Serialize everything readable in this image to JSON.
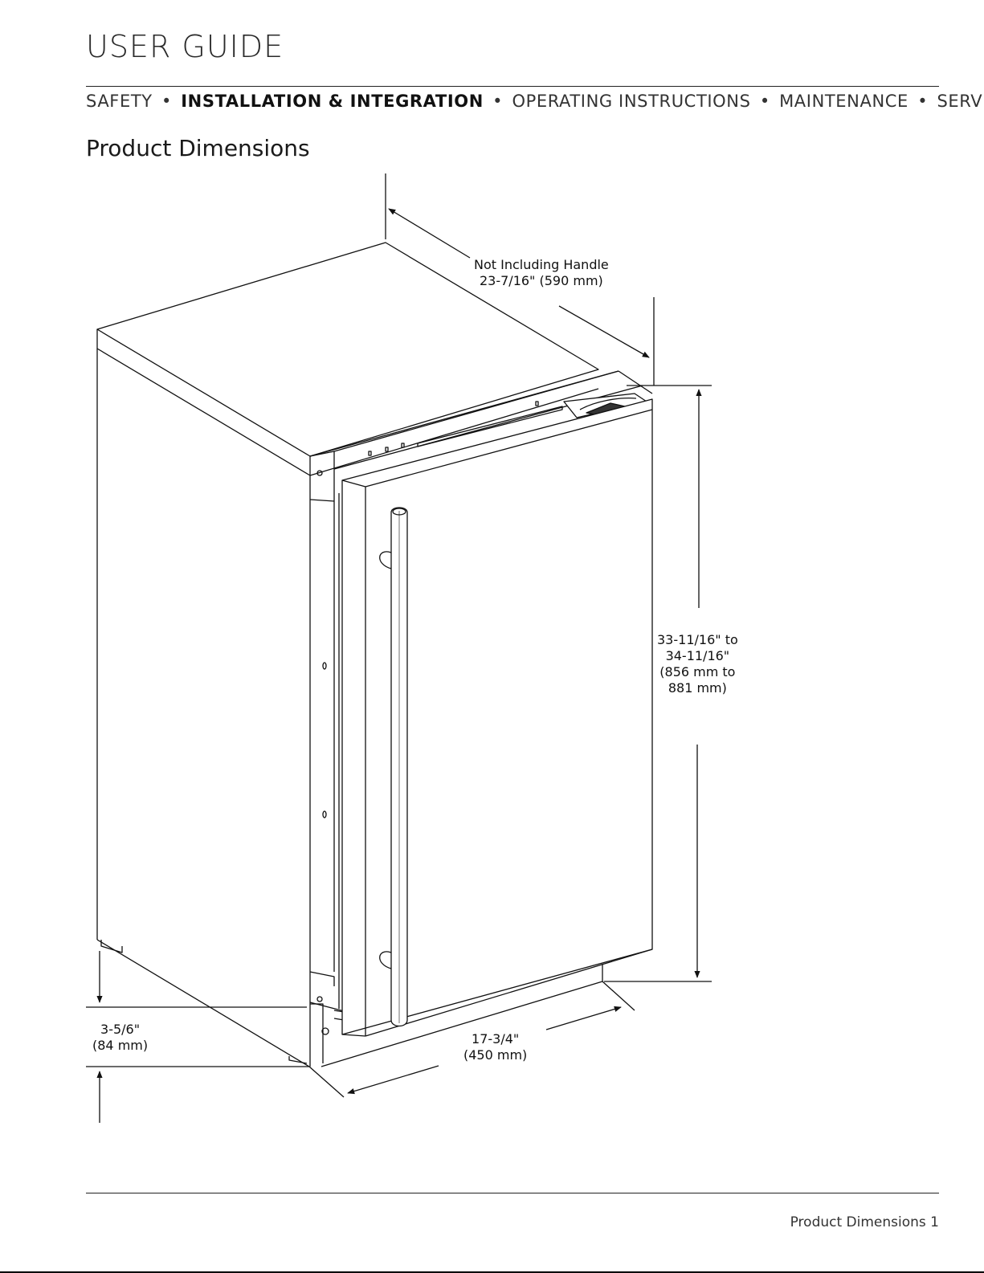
{
  "header": {
    "title": "USER GUIDE",
    "nav": {
      "items": [
        "SAFETY",
        "INSTALLATION & INTEGRATION",
        "OPERATING INSTRUCTIONS",
        "MAINTENANCE",
        "SERVICE"
      ],
      "current": "INSTALLATION & INTEGRATION",
      "separator": "•"
    }
  },
  "section": {
    "title": "Product Dimensions"
  },
  "dimensions": {
    "depth": {
      "note": "Not Including Handle",
      "value": "23-7/16\" (590 mm)"
    },
    "height": {
      "line1": "33-11/16\" to",
      "line2": "34-11/16\"",
      "line3": "(856 mm to",
      "line4": "881 mm)"
    },
    "width": {
      "line1": "17-3/4\"",
      "line2": "(450 mm)"
    },
    "toe_kick": {
      "line1": "3-5/6\"",
      "line2": "(84 mm)"
    }
  },
  "footer": {
    "page_label": "Product Dimensions 1"
  }
}
